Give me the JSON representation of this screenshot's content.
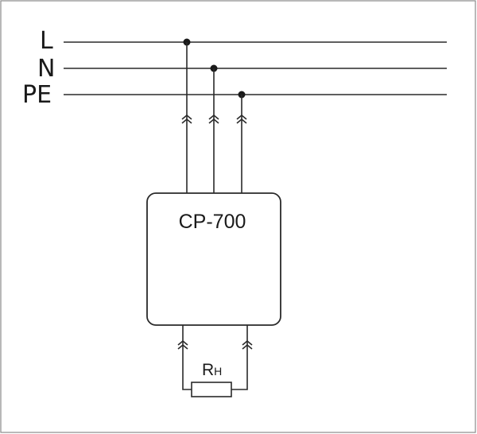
{
  "buses": [
    {
      "label": "L"
    },
    {
      "label": "N"
    },
    {
      "label": "PE"
    }
  ],
  "device": {
    "label": "CP-700"
  },
  "load": {
    "symbol": "R",
    "subscript": "H"
  }
}
